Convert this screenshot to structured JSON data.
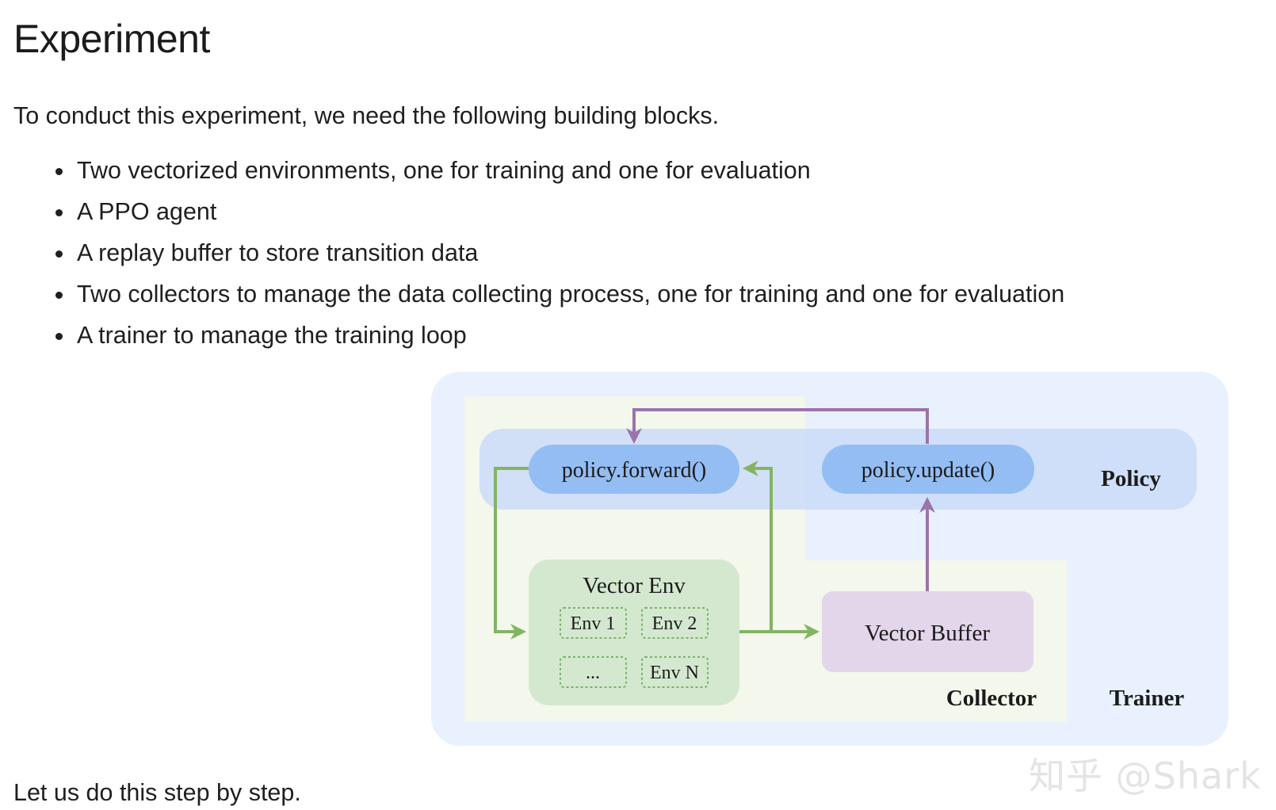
{
  "page": {
    "heading": "Experiment",
    "intro": "To conduct this experiment, we need the following building blocks.",
    "bullets": [
      "Two vectorized environments, one for training and one for evaluation",
      "A PPO agent",
      "A replay buffer to store transition data",
      "Two collectors to manage the data collecting process, one for training and one for evaluation",
      "A trainer to manage the training loop"
    ],
    "outro": "Let us do this step by step."
  },
  "diagram": {
    "policy_forward": "policy.forward()",
    "policy_update": "policy.update()",
    "policy_label": "Policy",
    "vector_env_title": "Vector Env",
    "env_cells": [
      "Env 1",
      "Env 2",
      "...",
      "Env N"
    ],
    "vector_buffer": "Vector Buffer",
    "collector_label": "Collector",
    "trainer_label": "Trainer"
  },
  "colors": {
    "trainer_bg": "#e8f1fd",
    "collector_bg": "#f3f7ec",
    "policy_band": "#cadcf8",
    "policy_pill": "#94bdf3",
    "vector_env_bg": "#d4e8cf",
    "env_cell_border": "#7ab36a",
    "vector_buffer_bg": "#e3d6ea",
    "green_arrow": "#83b463",
    "purple_arrow": "#9b74ab"
  },
  "watermark": "知乎 @Shark"
}
